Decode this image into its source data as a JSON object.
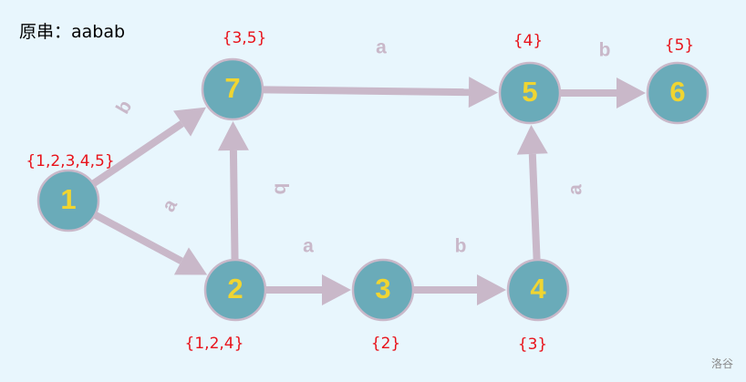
{
  "title": "原串：aabab",
  "watermark": "洛谷",
  "colors": {
    "node_fill": "#6aabb9",
    "node_stroke": "#c9b8c9",
    "node_text": "#f0d531",
    "edge": "#c9b8c9",
    "set_text": "#e8131b",
    "edge_label": "#c9b8c9"
  },
  "nodes": [
    {
      "id": "1",
      "set": "{1,2,3,4,5}"
    },
    {
      "id": "7",
      "set": "{3,5}"
    },
    {
      "id": "2",
      "set": "{1,2,4}"
    },
    {
      "id": "3",
      "set": "{2}"
    },
    {
      "id": "4",
      "set": "{3}"
    },
    {
      "id": "5",
      "set": "{4}"
    },
    {
      "id": "6",
      "set": "{5}"
    }
  ],
  "edges": [
    {
      "from": "1",
      "to": "7",
      "label": "b"
    },
    {
      "from": "1",
      "to": "2",
      "label": "a"
    },
    {
      "from": "2",
      "to": "7",
      "label": "b"
    },
    {
      "from": "7",
      "to": "5",
      "label": "a"
    },
    {
      "from": "2",
      "to": "3",
      "label": "a"
    },
    {
      "from": "3",
      "to": "4",
      "label": "b"
    },
    {
      "from": "4",
      "to": "5",
      "label": "a"
    },
    {
      "from": "5",
      "to": "6",
      "label": "b"
    }
  ]
}
